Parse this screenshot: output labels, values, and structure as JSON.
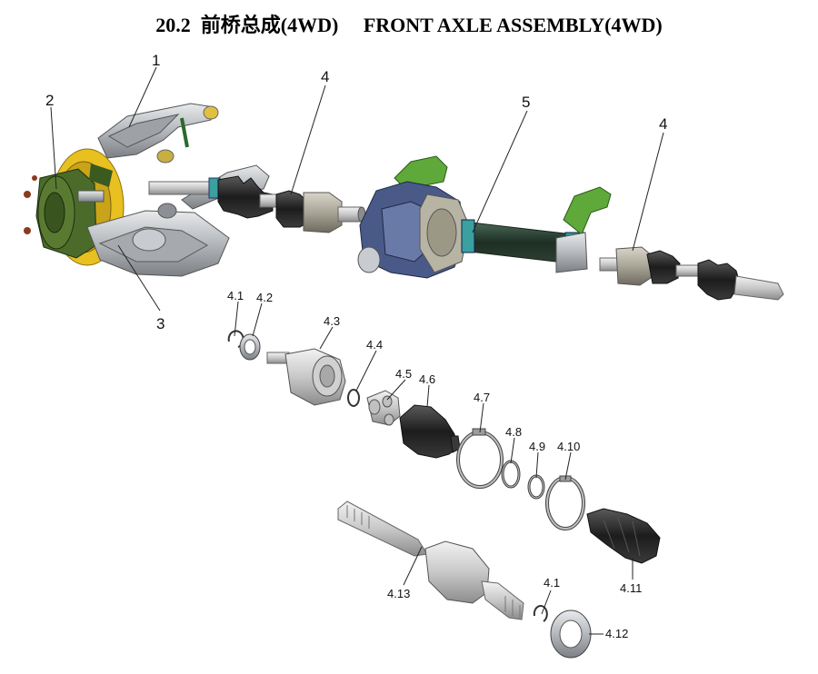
{
  "title": "20.2  前桥总成(4WD)     FRONT AXLE ASSEMBLY(4WD)",
  "callouts": {
    "c1": "1",
    "c2": "2",
    "c3": "3",
    "c4a": "4",
    "c4b": "4",
    "c5": "5",
    "c4_1a": "4.1",
    "c4_2": "4.2",
    "c4_3": "4.3",
    "c4_4": "4.4",
    "c4_5": "4.5",
    "c4_6": "4.6",
    "c4_7": "4.7",
    "c4_8": "4.8",
    "c4_9": "4.9",
    "c4_10": "4.10",
    "c4_11": "4.11",
    "c4_12": "4.12",
    "c4_13": "4.13",
    "c4_1b": "4.1"
  },
  "colors": {
    "knuckle_green": "#4a6b2a",
    "bracket_green": "#5fa83a",
    "disc_yellow": "#e8c020",
    "diff_blue": "#4a5a88",
    "shaft_dark": "#2a3a30",
    "metal_grey": "#b8bcc0"
  }
}
